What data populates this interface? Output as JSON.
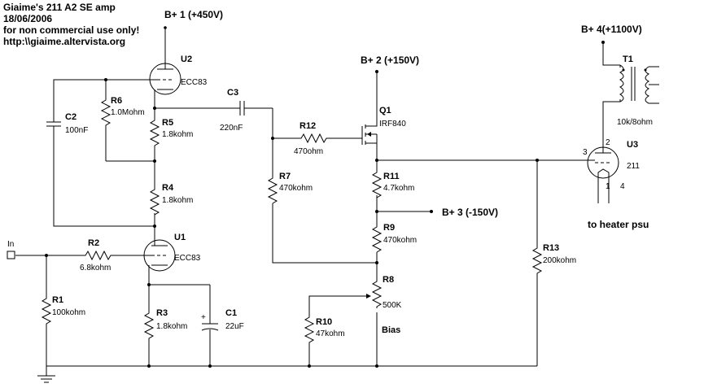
{
  "header": {
    "line1": "Giaime's 211 A2 SE amp",
    "line2": "18/06/2006",
    "line3": "for non commercial use only!",
    "line4": "http:\\\\giaime.altervista.org"
  },
  "supplies": {
    "b1": "B+ 1 (+450V)",
    "b2": "B+ 2 (+150V)",
    "b3": "B+ 3 (-150V)",
    "b4": "B+ 4(+1100V)"
  },
  "input_label": "In",
  "components": {
    "U1": {
      "ref": "U1",
      "value": "ECC83"
    },
    "U2": {
      "ref": "U2",
      "value": "ECC83"
    },
    "U3": {
      "ref": "U3",
      "value": "211",
      "pin1": "1",
      "pin2": "2",
      "pin3": "3",
      "pin4": "4"
    },
    "Q1": {
      "ref": "Q1",
      "value": "IRF840"
    },
    "T1": {
      "ref": "T1",
      "value": "10k/8ohm"
    },
    "R1": {
      "ref": "R1",
      "value": "100kohm"
    },
    "R2": {
      "ref": "R2",
      "value": "6.8kohm"
    },
    "R3": {
      "ref": "R3",
      "value": "1.8kohm"
    },
    "R4": {
      "ref": "R4",
      "value": "1.8kohm"
    },
    "R5": {
      "ref": "R5",
      "value": "1.8kohm"
    },
    "R6": {
      "ref": "R6",
      "value": "1.0Mohm"
    },
    "R7": {
      "ref": "R7",
      "value": "470kohm"
    },
    "R8": {
      "ref": "R8",
      "value": "500K"
    },
    "R9": {
      "ref": "R9",
      "value": "470kohm"
    },
    "R10": {
      "ref": "R10",
      "value": "47kohm"
    },
    "R11": {
      "ref": "R11",
      "value": "4.7kohm"
    },
    "R12": {
      "ref": "R12",
      "value": "470ohm"
    },
    "R13": {
      "ref": "R13",
      "value": "200kohm"
    },
    "C1": {
      "ref": "C1",
      "value": "22uF",
      "polarity": "+"
    },
    "C2": {
      "ref": "C2",
      "value": "100nF"
    },
    "C3": {
      "ref": "C3",
      "value": "220nF"
    }
  },
  "annotations": {
    "heater": "to heater psu",
    "bias": "Bias"
  }
}
